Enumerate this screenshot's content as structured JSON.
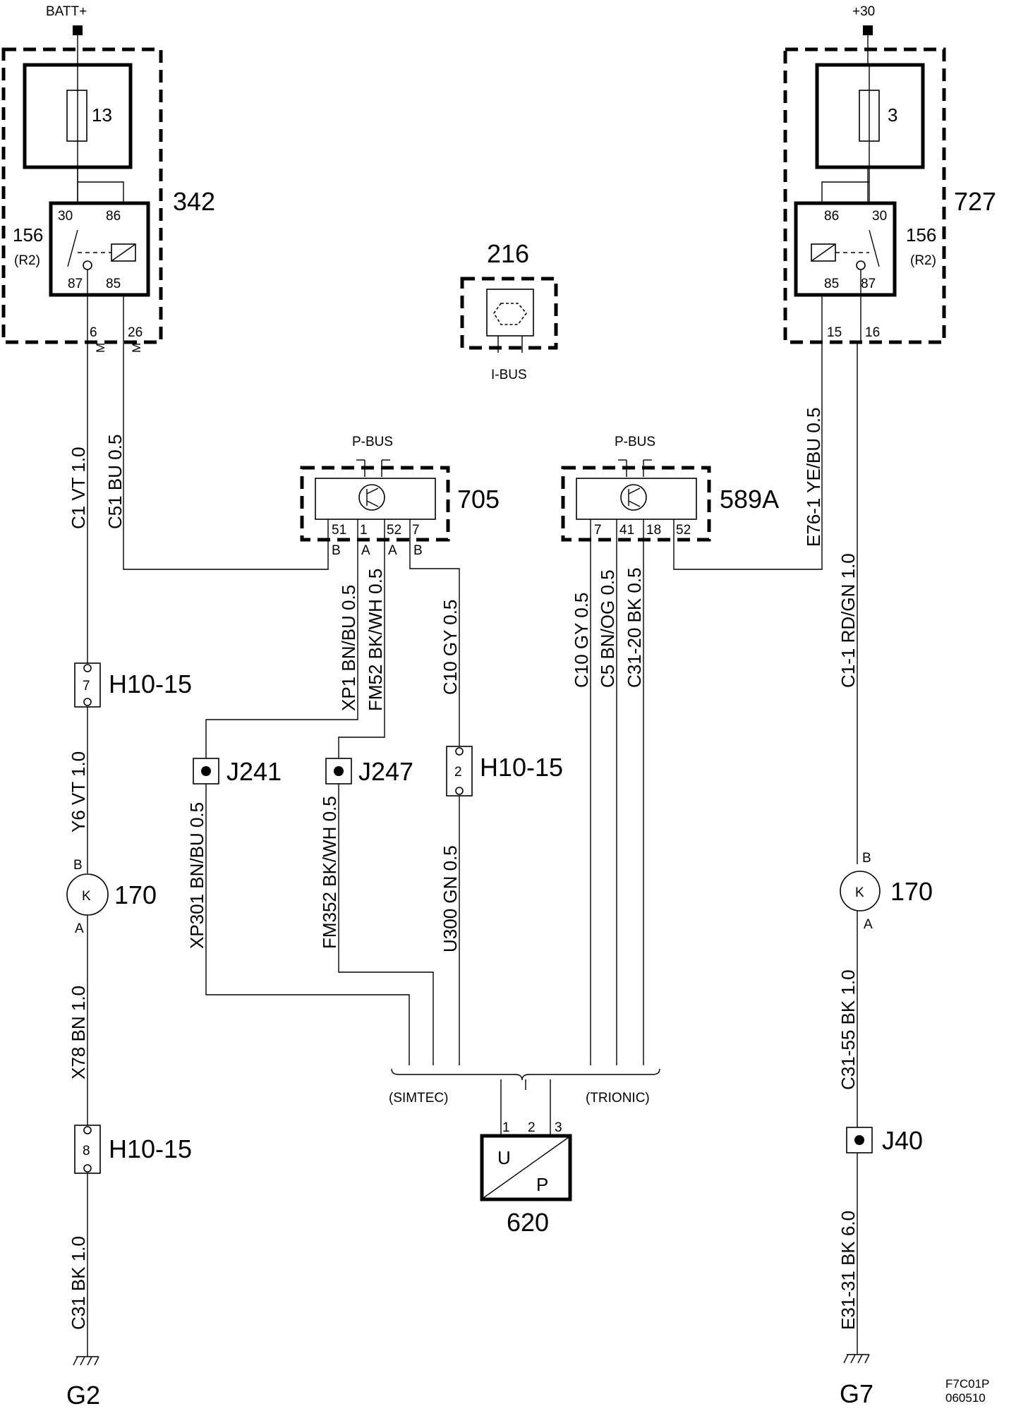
{
  "power": {
    "left": "BATT+",
    "right": "+30"
  },
  "left_unit": {
    "id": "342",
    "fuse": "13",
    "relay": {
      "id": "156",
      "sub": "(R2)",
      "p30": "30",
      "p86": "86",
      "p87": "87",
      "p85": "85"
    },
    "pins": [
      "6",
      "26"
    ],
    "pin_marks": [
      "M",
      "M"
    ]
  },
  "right_unit": {
    "id": "727",
    "fuse": "3",
    "relay": {
      "id": "156",
      "sub": "(R2)",
      "p30": "30",
      "p86": "86",
      "p87": "87",
      "p85": "85"
    },
    "pins": [
      "15",
      "16"
    ]
  },
  "ibus_module": {
    "id": "216",
    "label": "I-BUS"
  },
  "module_705": {
    "id": "705",
    "bus": "P-BUS",
    "pins": [
      "51",
      "1",
      "52",
      "7"
    ],
    "conn": [
      "B",
      "A",
      "A",
      "B"
    ]
  },
  "module_589a": {
    "id": "589A",
    "bus": "P-BUS",
    "pins": [
      "7",
      "41",
      "18",
      "52"
    ]
  },
  "wires": {
    "c1": "C1  VT  1.0",
    "c51": "C51  BU  0.5",
    "y6": "Y6  VT  1.0",
    "x78": "X78  BN  1.0",
    "c31": "C31  BK  1.0",
    "xp1": "XP1 BN/BU  0.5",
    "fm52": "FM52  BK/WH  0.5",
    "c10_left": "C10  GY  0.5",
    "c10_right": "C10  GY  0.5",
    "c5": "C5  BN/OG  0.5",
    "c3120": "C31-20  BK  0.5",
    "e761": "E76-1 YE/BU  0.5",
    "c11": "C1-1  RD/GN  1.0",
    "xp301": "XP301  BN/BU  0.5",
    "fm352": "FM352  BK/WH  0.5",
    "u300": "U300  GN  0.5",
    "c3155": "C31-55  BK  1.0",
    "e3131": "E31-31  BK  6.0"
  },
  "connectors": {
    "h10_upper": {
      "label": "H10-15",
      "pin": "7"
    },
    "h10_lower": {
      "label": "H10-15",
      "pin": "8"
    },
    "h10_mid": {
      "label": "H10-15",
      "pin": "2"
    }
  },
  "splices": {
    "j241": "J241",
    "j247": "J247",
    "j40": "J40"
  },
  "relays_170": {
    "left": {
      "id": "170",
      "symbol": "K",
      "a": "A",
      "b": "B"
    },
    "right": {
      "id": "170",
      "symbol": "K",
      "a": "A",
      "b": "B"
    }
  },
  "sensor": {
    "id": "620",
    "u": "U",
    "p": "P",
    "pins": [
      "1",
      "2",
      "3"
    ],
    "variant_left": "(SIMTEC)",
    "variant_right": "(TRIONIC)"
  },
  "grounds": {
    "left": "G2",
    "right": "G7"
  },
  "drawing_code": {
    "line1": "F7C01P",
    "line2": "060510"
  }
}
